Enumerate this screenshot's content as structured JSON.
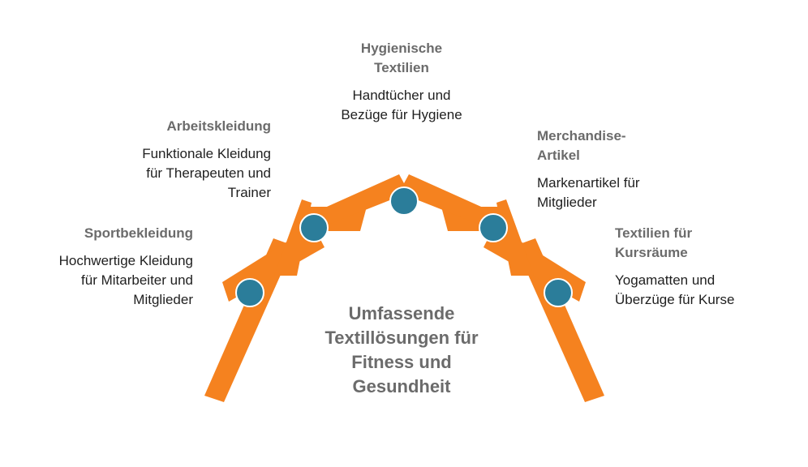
{
  "center_title": "Umfassende Textillösungen für Fitness und Gesundheit",
  "colors": {
    "arch": "#f5821f",
    "node": "#2b7d9a",
    "node_border": "#ffffff",
    "title_text": "#6b6b6b",
    "body_text": "#1f1f1f"
  },
  "items": [
    {
      "title": "Sportbekleidung",
      "description": "Hochwertige Kleidung für Mitarbeiter und Mitglieder"
    },
    {
      "title": "Arbeitskleidung",
      "description": "Funktionale Kleidung für Therapeuten und Trainer"
    },
    {
      "title": "Hygienische Textilien",
      "description": "Handtücher und Bezüge für Hygiene"
    },
    {
      "title": "Merchandise-Artikel",
      "description": "Markenartikel für Mitglieder"
    },
    {
      "title": "Textilien für Kursräume",
      "description": "Yogamatten und Überzüge für Kurse"
    }
  ]
}
